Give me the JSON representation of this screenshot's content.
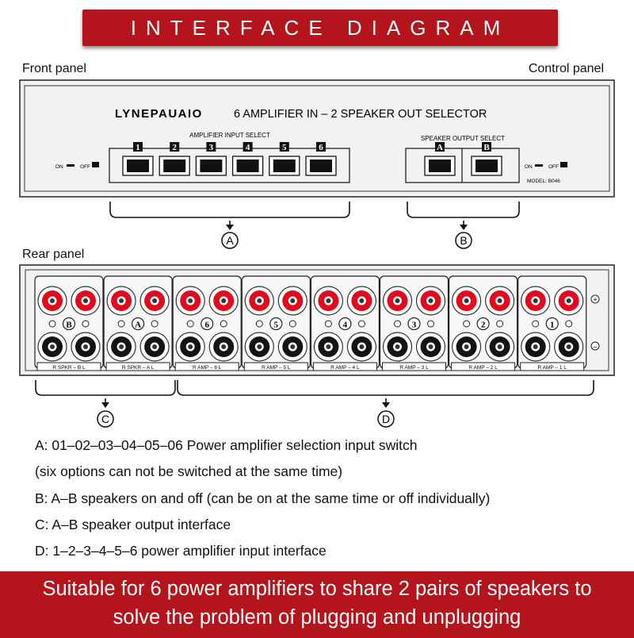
{
  "title": "INTERFACE DIAGRAM",
  "front_label": "Front panel",
  "control_label": "Control panel",
  "rear_label": "Rear panel",
  "front": {
    "brand": "LYNEPAUAIO",
    "product": "6 AMPLIFIER IN – 2 SPEAKER OUT SELECTOR",
    "amp_select": "AMPLIFIER INPUT SELECT",
    "spk_select": "SPEAKER OUTPUT SELECT",
    "amp_keys": [
      "1",
      "2",
      "3",
      "4",
      "5",
      "6"
    ],
    "spk_keys": [
      "A",
      "B"
    ],
    "on": "ON",
    "off": "OFF",
    "model": "MODEL: B046"
  },
  "rear": {
    "groups": [
      {
        "badge": "B",
        "label": "R  SPKR – B  L"
      },
      {
        "badge": "A",
        "label": "R  SPKR – A  L"
      },
      {
        "badge": "6",
        "label": "R  AMP – 6  L"
      },
      {
        "badge": "5",
        "label": "R  AMP – 5  L"
      },
      {
        "badge": "4",
        "label": "R  AMP – 4  L"
      },
      {
        "badge": "3",
        "label": "R  AMP – 3  L"
      },
      {
        "badge": "2",
        "label": "R  AMP – 2  L"
      },
      {
        "badge": "1",
        "label": "R  AMP – 1  L"
      }
    ],
    "plus": "+",
    "minus": "–"
  },
  "callouts": [
    "A",
    "B",
    "C",
    "D"
  ],
  "descriptions": [
    "A: 01–02–03–04–05–06 Power amplifier selection input switch",
    "(six options can not be switched at the same time)",
    "B: A–B speakers on and off (can be on at the same time or off individually)",
    "C: A–B speaker output interface",
    "D: 1–2–3–4–5–6 power amplifier input interface"
  ],
  "footer": {
    "line1": "Suitable for 6 power amplifiers to share 2 pairs of speakers to",
    "line2": "solve the problem of plugging and unplugging"
  },
  "colors": {
    "accent": "#b4141b",
    "terminal_red": "#e00b1c",
    "panel": "#f2f2f2"
  }
}
